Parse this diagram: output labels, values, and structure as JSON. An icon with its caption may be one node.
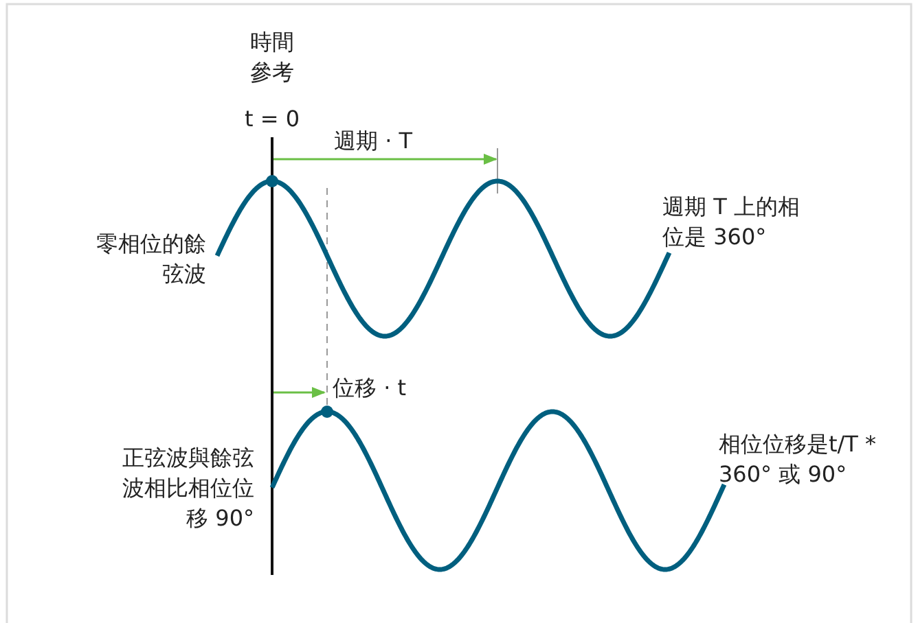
{
  "diagram": {
    "labels": [
      "時間參考",
      "t = 0",
      "週期 · T",
      "零相位的餘弦波",
      "週期 T 上的相位是 360°",
      "位移 · t",
      "正弦波與餘弦波相比相位位移 90°",
      "相位位移是t/T * 360° 或 90°"
    ]
  }
}
